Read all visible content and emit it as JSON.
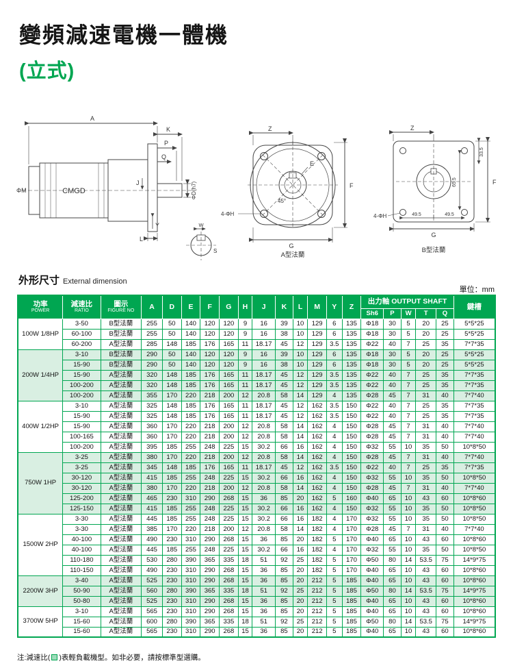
{
  "page": {
    "title": "變頻減速電機一體機",
    "subtitle": "(立式)",
    "section_label": "外形尺寸",
    "section_label_en": "External dimension",
    "unit_label": "單位：mm",
    "footnote_prefix": "注:減速比(",
    "footnote_suffix": ")表輕負載機型。如非必要，請按標準型選購。",
    "colors": {
      "accent_green": "#00a651",
      "band_green": "#d9efe2",
      "header_text": "#ffffff"
    }
  },
  "drawings": {
    "side": {
      "body_label": "CMGD",
      "dim_a": "A",
      "dim_k": "K",
      "dim_p": "P",
      "dim_q": "Q",
      "dim_j": "J",
      "dim_y": "Y",
      "dim_l": "L",
      "dim_w": "W",
      "dim_s": "S",
      "phi_m": "ΦM",
      "phi_d": "ΦD(h7)"
    },
    "flange_a": {
      "caption": "A型法蘭",
      "dim_z": "Z",
      "dim_e": "E",
      "dim_f": "F",
      "dim_g": "G",
      "holes": "4-ΦH",
      "angle": "45°"
    },
    "flange_b": {
      "caption": "B型法蘭",
      "dim_z": "Z",
      "dim_f": "F",
      "dim_g": "G",
      "holes": "4-ΦH",
      "dim_1": "33.5",
      "dim_2": "65.5",
      "dim_3": "49.5",
      "dim_4": "49.5"
    }
  },
  "table": {
    "header": {
      "power_zh": "功率",
      "power_en": "POWER",
      "ratio_zh": "減速比",
      "ratio_en": "RATIO",
      "figure_zh": "圖示",
      "figure_en": "FIGURE NO",
      "dims": [
        "A",
        "D",
        "E",
        "F",
        "G",
        "H",
        "J",
        "K",
        "L",
        "M",
        "Y",
        "Z"
      ],
      "output_shaft": "出力軸 OUTPUT SHAFT",
      "shaft_cols": [
        "Sh6",
        "P",
        "W",
        "T",
        "Q"
      ],
      "keyway": "鍵槽"
    },
    "groups": [
      {
        "power": "100W 1/8HP",
        "tint": false,
        "rows": [
          {
            "ratio": "3-50",
            "figure": "B型法蘭",
            "dims": [
              "255",
              "50",
              "140",
              "120",
              "120",
              "9",
              "16",
              "39",
              "10",
              "129",
              "6",
              "135"
            ],
            "shaft": [
              "Φ18",
              "30",
              "5",
              "20",
              "25"
            ],
            "keyway": "5*5*25"
          },
          {
            "ratio": "60-100",
            "figure": "B型法蘭",
            "dims": [
              "255",
              "50",
              "140",
              "120",
              "120",
              "9",
              "16",
              "38",
              "10",
              "129",
              "6",
              "135"
            ],
            "shaft": [
              "Φ18",
              "30",
              "5",
              "20",
              "25"
            ],
            "keyway": "5*5*25"
          },
          {
            "ratio": "60-200",
            "figure": "A型法蘭",
            "dims": [
              "285",
              "148",
              "185",
              "176",
              "165",
              "11",
              "18.17",
              "45",
              "12",
              "129",
              "3.5",
              "135"
            ],
            "shaft": [
              "Φ22",
              "40",
              "7",
              "25",
              "35"
            ],
            "keyway": "7*7*35"
          }
        ]
      },
      {
        "power": "200W 1/4HP",
        "tint": true,
        "rows": [
          {
            "ratio": "3-10",
            "figure": "B型法蘭",
            "dims": [
              "290",
              "50",
              "140",
              "120",
              "120",
              "9",
              "16",
              "39",
              "10",
              "129",
              "6",
              "135"
            ],
            "shaft": [
              "Φ18",
              "30",
              "5",
              "20",
              "25"
            ],
            "keyway": "5*5*25"
          },
          {
            "ratio": "15-90",
            "figure": "B型法蘭",
            "dims": [
              "290",
              "50",
              "140",
              "120",
              "120",
              "9",
              "16",
              "38",
              "10",
              "129",
              "6",
              "135"
            ],
            "shaft": [
              "Φ18",
              "30",
              "5",
              "20",
              "25"
            ],
            "keyway": "5*5*25"
          },
          {
            "ratio": "15-90",
            "figure": "A型法蘭",
            "dims": [
              "320",
              "148",
              "185",
              "176",
              "165",
              "11",
              "18.17",
              "45",
              "12",
              "129",
              "3.5",
              "135"
            ],
            "shaft": [
              "Φ22",
              "40",
              "7",
              "25",
              "35"
            ],
            "keyway": "7*7*35"
          },
          {
            "ratio": "100-200",
            "figure": "A型法蘭",
            "dims": [
              "320",
              "148",
              "185",
              "176",
              "165",
              "11",
              "18.17",
              "45",
              "12",
              "129",
              "3.5",
              "135"
            ],
            "shaft": [
              "Φ22",
              "40",
              "7",
              "25",
              "35"
            ],
            "keyway": "7*7*35"
          },
          {
            "ratio": "100-200",
            "figure": "A型法蘭",
            "dims": [
              "355",
              "170",
              "220",
              "218",
              "200",
              "12",
              "20.8",
              "58",
              "14",
              "129",
              "4",
              "135"
            ],
            "shaft": [
              "Φ28",
              "45",
              "7",
              "31",
              "40"
            ],
            "keyway": "7*7*40"
          }
        ]
      },
      {
        "power": "400W 1/2HP",
        "tint": false,
        "rows": [
          {
            "ratio": "3-10",
            "figure": "A型法蘭",
            "dims": [
              "325",
              "148",
              "185",
              "176",
              "165",
              "11",
              "18.17",
              "45",
              "12",
              "162",
              "3.5",
              "150"
            ],
            "shaft": [
              "Φ22",
              "40",
              "7",
              "25",
              "35"
            ],
            "keyway": "7*7*35"
          },
          {
            "ratio": "15-90",
            "figure": "A型法蘭",
            "dims": [
              "325",
              "148",
              "185",
              "176",
              "165",
              "11",
              "18.17",
              "45",
              "12",
              "162",
              "3.5",
              "150"
            ],
            "shaft": [
              "Φ22",
              "40",
              "7",
              "25",
              "35"
            ],
            "keyway": "7*7*35"
          },
          {
            "ratio": "15-90",
            "figure": "A型法蘭",
            "dims": [
              "360",
              "170",
              "220",
              "218",
              "200",
              "12",
              "20.8",
              "58",
              "14",
              "162",
              "4",
              "150"
            ],
            "shaft": [
              "Φ28",
              "45",
              "7",
              "31",
              "40"
            ],
            "keyway": "7*7*40"
          },
          {
            "ratio": "100-165",
            "figure": "A型法蘭",
            "dims": [
              "360",
              "170",
              "220",
              "218",
              "200",
              "12",
              "20.8",
              "58",
              "14",
              "162",
              "4",
              "150"
            ],
            "shaft": [
              "Φ28",
              "45",
              "7",
              "31",
              "40"
            ],
            "keyway": "7*7*40"
          },
          {
            "ratio": "100-200",
            "figure": "A型法蘭",
            "dims": [
              "395",
              "185",
              "255",
              "248",
              "225",
              "15",
              "30.2",
              "66",
              "16",
              "162",
              "4",
              "150"
            ],
            "shaft": [
              "Φ32",
              "55",
              "10",
              "35",
              "50"
            ],
            "keyway": "10*8*50"
          }
        ]
      },
      {
        "power": "750W 1HP",
        "tint": true,
        "rows": [
          {
            "ratio": "3-25",
            "figure": "A型法蘭",
            "dims": [
              "380",
              "170",
              "220",
              "218",
              "200",
              "12",
              "20.8",
              "58",
              "14",
              "162",
              "4",
              "150"
            ],
            "shaft": [
              "Φ28",
              "45",
              "7",
              "31",
              "40"
            ],
            "keyway": "7*7*40"
          },
          {
            "ratio": "3-25",
            "figure": "A型法蘭",
            "dims": [
              "345",
              "148",
              "185",
              "176",
              "165",
              "11",
              "18.17",
              "45",
              "12",
              "162",
              "3.5",
              "150"
            ],
            "shaft": [
              "Φ22",
              "40",
              "7",
              "25",
              "35"
            ],
            "keyway": "7*7*35"
          },
          {
            "ratio": "30-120",
            "figure": "A型法蘭",
            "dims": [
              "415",
              "185",
              "255",
              "248",
              "225",
              "15",
              "30.2",
              "66",
              "16",
              "162",
              "4",
              "150"
            ],
            "shaft": [
              "Φ32",
              "55",
              "10",
              "35",
              "50"
            ],
            "keyway": "10*8*50"
          },
          {
            "ratio": "30-120",
            "figure": "A型法蘭",
            "dims": [
              "380",
              "170",
              "220",
              "218",
              "200",
              "12",
              "20.8",
              "58",
              "14",
              "162",
              "4",
              "150"
            ],
            "shaft": [
              "Φ28",
              "45",
              "7",
              "31",
              "40"
            ],
            "keyway": "7*7*40"
          },
          {
            "ratio": "125-200",
            "figure": "A型法蘭",
            "dims": [
              "465",
              "230",
              "310",
              "290",
              "268",
              "15",
              "36",
              "85",
              "20",
              "162",
              "5",
              "160"
            ],
            "shaft": [
              "Φ40",
              "65",
              "10",
              "43",
              "60"
            ],
            "keyway": "10*8*60"
          },
          {
            "ratio": "125-150",
            "figure": "A型法蘭",
            "dims": [
              "415",
              "185",
              "255",
              "248",
              "225",
              "15",
              "30.2",
              "66",
              "16",
              "162",
              "4",
              "150"
            ],
            "shaft": [
              "Φ32",
              "55",
              "10",
              "35",
              "50"
            ],
            "keyway": "10*8*50"
          }
        ]
      },
      {
        "power": "1500W 2HP",
        "tint": false,
        "rows": [
          {
            "ratio": "3-30",
            "figure": "A型法蘭",
            "dims": [
              "445",
              "185",
              "255",
              "248",
              "225",
              "15",
              "30.2",
              "66",
              "16",
              "182",
              "4",
              "170"
            ],
            "shaft": [
              "Φ32",
              "55",
              "10",
              "35",
              "50"
            ],
            "keyway": "10*8*50"
          },
          {
            "ratio": "3-30",
            "figure": "A型法蘭",
            "dims": [
              "385",
              "170",
              "220",
              "218",
              "200",
              "12",
              "20.8",
              "58",
              "14",
              "182",
              "4",
              "170"
            ],
            "shaft": [
              "Φ28",
              "45",
              "7",
              "31",
              "40"
            ],
            "keyway": "7*7*40"
          },
          {
            "ratio": "40-100",
            "figure": "A型法蘭",
            "dims": [
              "490",
              "230",
              "310",
              "290",
              "268",
              "15",
              "36",
              "85",
              "20",
              "182",
              "5",
              "170"
            ],
            "shaft": [
              "Φ40",
              "65",
              "10",
              "43",
              "60"
            ],
            "keyway": "10*8*60"
          },
          {
            "ratio": "40-100",
            "figure": "A型法蘭",
            "dims": [
              "445",
              "185",
              "255",
              "248",
              "225",
              "15",
              "30.2",
              "66",
              "16",
              "182",
              "4",
              "170"
            ],
            "shaft": [
              "Φ32",
              "55",
              "10",
              "35",
              "50"
            ],
            "keyway": "10*8*50"
          },
          {
            "ratio": "110-180",
            "figure": "A型法蘭",
            "dims": [
              "530",
              "280",
              "390",
              "365",
              "335",
              "18",
              "51",
              "92",
              "25",
              "182",
              "5",
              "170"
            ],
            "shaft": [
              "Φ50",
              "80",
              "14",
              "53.5",
              "75"
            ],
            "keyway": "14*9*75"
          },
          {
            "ratio": "110-150",
            "figure": "A型法蘭",
            "dims": [
              "490",
              "230",
              "310",
              "290",
              "268",
              "15",
              "36",
              "85",
              "20",
              "182",
              "5",
              "170"
            ],
            "shaft": [
              "Φ40",
              "65",
              "10",
              "43",
              "60"
            ],
            "keyway": "10*8*60"
          }
        ]
      },
      {
        "power": "2200W 3HP",
        "tint": true,
        "rows": [
          {
            "ratio": "3-40",
            "figure": "A型法蘭",
            "dims": [
              "525",
              "230",
              "310",
              "290",
              "268",
              "15",
              "36",
              "85",
              "20",
              "212",
              "5",
              "185"
            ],
            "shaft": [
              "Φ40",
              "65",
              "10",
              "43",
              "60"
            ],
            "keyway": "10*8*60"
          },
          {
            "ratio": "50-90",
            "figure": "A型法蘭",
            "dims": [
              "560",
              "280",
              "390",
              "365",
              "335",
              "18",
              "51",
              "92",
              "25",
              "212",
              "5",
              "185"
            ],
            "shaft": [
              "Φ50",
              "80",
              "14",
              "53.5",
              "75"
            ],
            "keyway": "14*9*75"
          },
          {
            "ratio": "50-80",
            "figure": "A型法蘭",
            "dims": [
              "525",
              "230",
              "310",
              "290",
              "268",
              "15",
              "36",
              "85",
              "20",
              "212",
              "5",
              "185"
            ],
            "shaft": [
              "Φ40",
              "65",
              "10",
              "43",
              "60"
            ],
            "keyway": "10*8*60"
          }
        ]
      },
      {
        "power": "3700W 5HP",
        "tint": false,
        "rows": [
          {
            "ratio": "3-10",
            "figure": "A型法蘭",
            "dims": [
              "565",
              "230",
              "310",
              "290",
              "268",
              "15",
              "36",
              "85",
              "20",
              "212",
              "5",
              "185"
            ],
            "shaft": [
              "Φ40",
              "65",
              "10",
              "43",
              "60"
            ],
            "keyway": "10*8*60"
          },
          {
            "ratio": "15-60",
            "figure": "A型法蘭",
            "dims": [
              "600",
              "280",
              "390",
              "365",
              "335",
              "18",
              "51",
              "92",
              "25",
              "212",
              "5",
              "185"
            ],
            "shaft": [
              "Φ50",
              "80",
              "14",
              "53.5",
              "75"
            ],
            "keyway": "14*9*75"
          },
          {
            "ratio": "15-60",
            "figure": "A型法蘭",
            "dims": [
              "565",
              "230",
              "310",
              "290",
              "268",
              "15",
              "36",
              "85",
              "20",
              "212",
              "5",
              "185"
            ],
            "shaft": [
              "Φ40",
              "65",
              "10",
              "43",
              "60"
            ],
            "keyway": "10*8*60"
          }
        ]
      }
    ]
  }
}
